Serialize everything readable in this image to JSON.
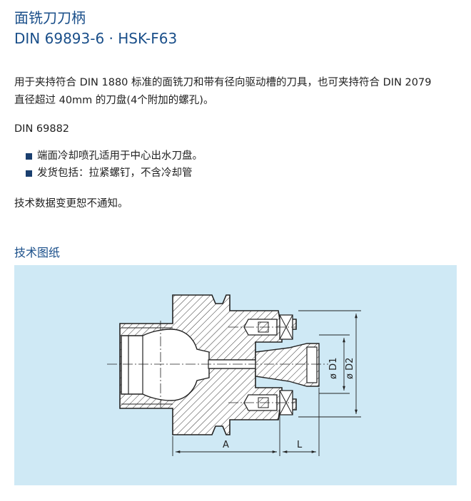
{
  "header": {
    "title_cn": "面铣刀刀柄",
    "title_din": "DIN 69893-6 · HSK-F63"
  },
  "description": "用于夹持符合 DIN 1880 标准的面铣刀和带有径向驱动槽的刀具，也可夹持符合 DIN 2079 直径超过 40mm 的刀盘(4个附加的螺孔)。",
  "standard": "DIN 69882",
  "bullets": [
    "端面冷却喷孔适用于中心出水刀盘。",
    "发货包括：拉紧螺钉，不含冷却管"
  ],
  "note": "技术数据变更恕不通知。",
  "drawing": {
    "heading": "技术图纸",
    "labels": {
      "a": "A",
      "l": "L",
      "d1": "ø D1",
      "d2": "ø D2"
    }
  },
  "colors": {
    "accent": "#1a4f8a",
    "bullet": "#1a3f6f",
    "drawing_bg": "#cfe9f5"
  }
}
